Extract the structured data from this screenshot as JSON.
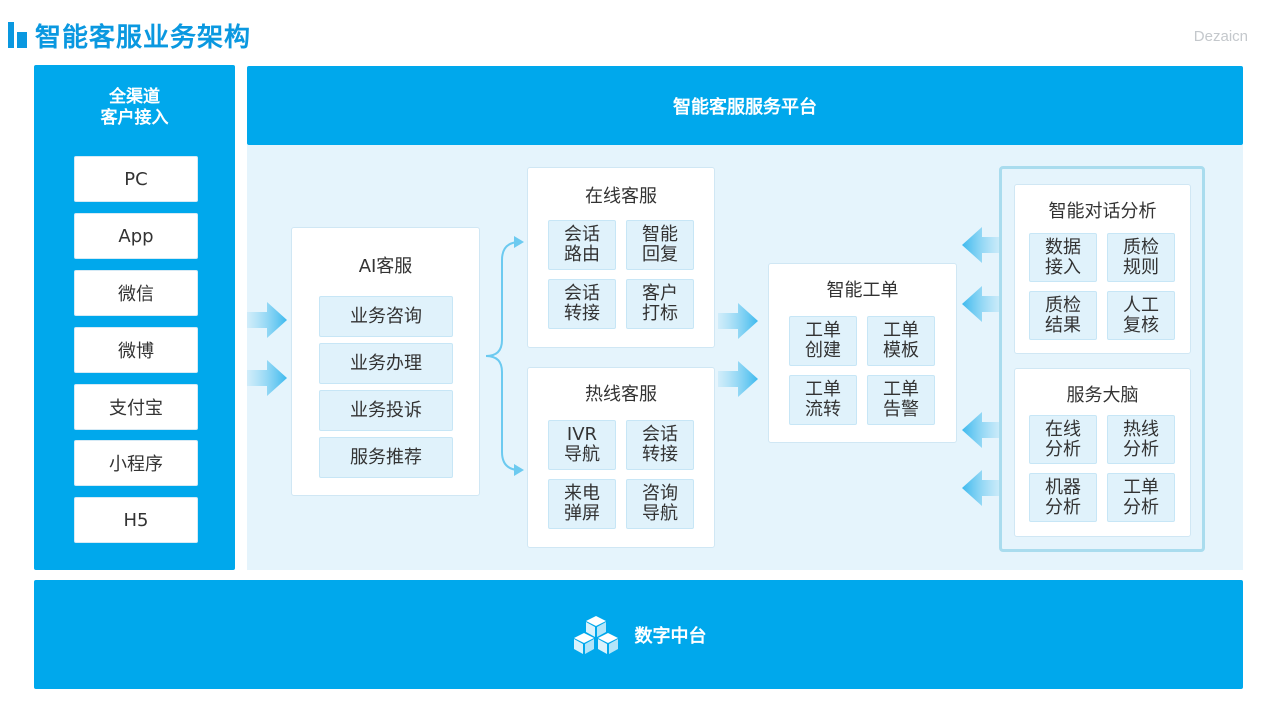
{
  "header": {
    "title": "智能客服业务架构",
    "watermark": "Dezaicn"
  },
  "channels": {
    "title": "全渠道\n客户接入",
    "items": [
      "PC",
      "App",
      "微信",
      "微博",
      "支付宝",
      "小程序",
      "H5"
    ]
  },
  "platform": {
    "title": "智能客服服务平台"
  },
  "ai_service": {
    "title": "AI客服",
    "items": [
      "业务咨询",
      "业务办理",
      "业务投诉",
      "服务推荐"
    ]
  },
  "online_service": {
    "title": "在线客服",
    "items": [
      "会话\n路由",
      "智能\n回复",
      "会话\n转接",
      "客户\n打标"
    ]
  },
  "hotline_service": {
    "title": "热线客服",
    "items": [
      "IVR\n导航",
      "会话\n转接",
      "来电\n弹屏",
      "咨询\n导航"
    ]
  },
  "work_order": {
    "title": "智能工单",
    "items": [
      "工单\n创建",
      "工单\n模板",
      "工单\n流转",
      "工单\n告警"
    ]
  },
  "dialog_analysis": {
    "title": "智能对话分析",
    "items": [
      "数据\n接入",
      "质检\n规则",
      "质检\n结果",
      "人工\n复核"
    ]
  },
  "service_brain": {
    "title": "服务大脑",
    "items": [
      "在线\n分析",
      "热线\n分析",
      "机器\n分析",
      "工单\n分析"
    ]
  },
  "bottom": {
    "title": "数字中台",
    "icon": "cubes-icon"
  },
  "colors": {
    "primary": "#00a8ec",
    "title": "#0a98e0",
    "panel": "#e5f4fc",
    "pill": "#e0f2fb"
  }
}
